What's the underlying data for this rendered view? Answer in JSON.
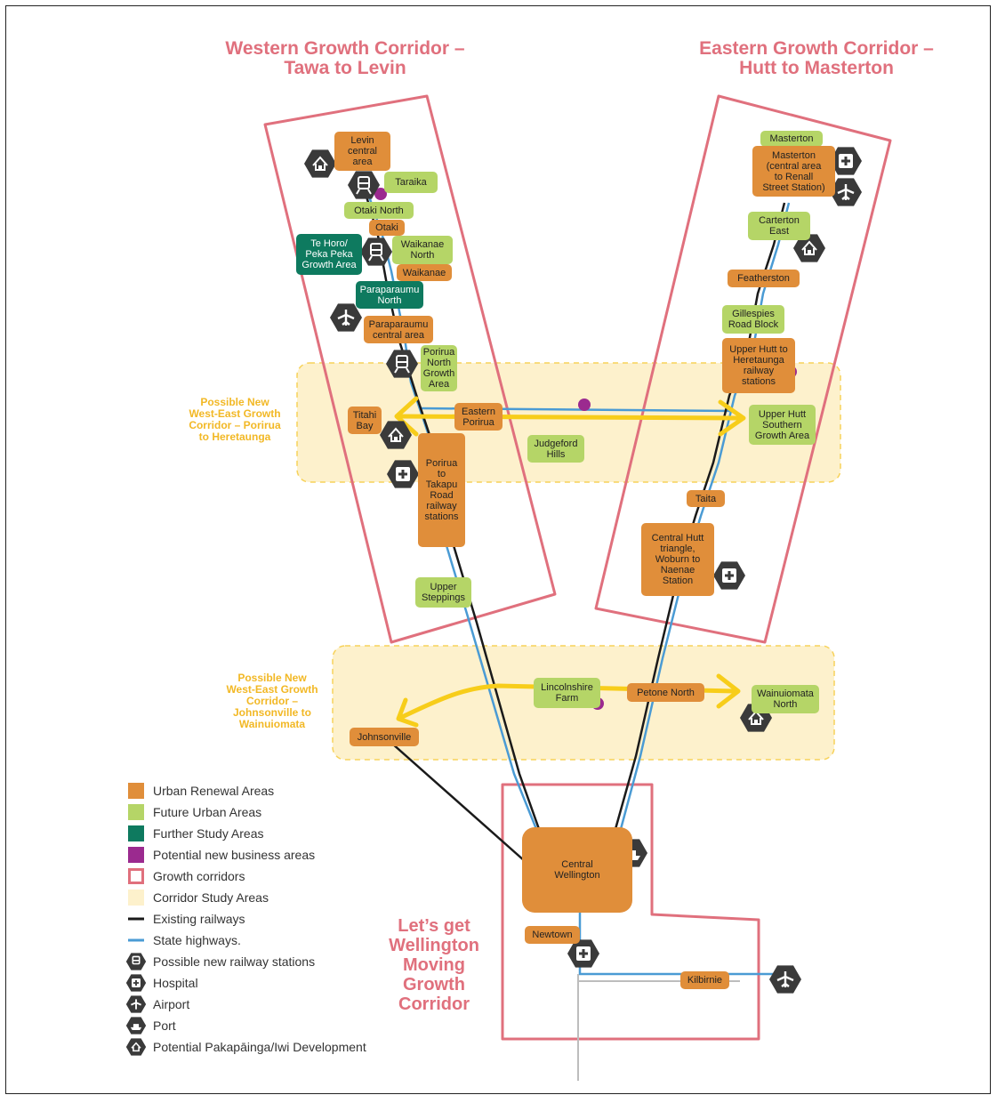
{
  "titles": {
    "west": "Western Growth Corridor –\nTawa to Levin",
    "east": "Eastern Growth Corridor –\nHutt to Masterton",
    "corridor_upper": "Possible New\nWest-East Growth\nCorridor – Porirua\nto Heretaunga",
    "corridor_lower": "Possible New\nWest-East Growth\nCorridor –\nJohnsonville to\nWainuiomata",
    "lgwm": "Let’s get\nWellington\nMoving\nGrowth\nCorridor"
  },
  "colors": {
    "urban": "#E08E3A",
    "future": "#B5D567",
    "further": "#0E7A5F",
    "business": "#9B2A8F",
    "growth_corridor": "#E0707D",
    "corridor_study": "#FDF1CC",
    "railway": "#1a1a1a",
    "highway": "#4A9BD4",
    "arrow": "#F7CD1A",
    "icon": "#3A3A3A"
  },
  "places": {
    "levin": "Levin\ncentral\narea",
    "taraika": "Taraika",
    "otaki_north": "Otaki North",
    "otaki": "Otaki",
    "te_horo": "Te Horo/\nPeka Peka\nGrowth Area",
    "waikanae_north": "Waikanae\nNorth",
    "waikanae": "Waikanae",
    "paraparaumu_north": "Paraparaumu\nNorth",
    "paraparaumu_central": "Paraparaumu\ncentral area",
    "porirua_north": "Porirua\nNorth\nGrowth\nArea",
    "titahi_bay": "Titahi\nBay",
    "eastern_porirua": "Eastern\nPorirua",
    "judgeford": "Judgeford\nHills",
    "porirua_takapu": "Porirua\nto\nTakapu\nRoad\nrailway\nstations",
    "upper_steppings": "Upper\nSteppings",
    "masterton": "Masterton",
    "masterton_central": "Masterton\n(central area\nto Renall\nStreet Station)",
    "carterton": "Carterton\nEast",
    "featherston": "Featherston",
    "gillespies": "Gillespies\nRoad Block",
    "upper_hutt_heretaunga": "Upper Hutt to\nHeretaunga\nrailway\nstations",
    "upper_hutt_southern": "Upper Hutt\nSouthern\nGrowth Area",
    "taita": "Taita",
    "central_hutt": "Central Hutt\ntriangle,\nWoburn to\nNaenae\nStation",
    "lincolnshire": "Lincolnshire\nFarm",
    "petone_north": "Petone North",
    "wainuiomata_north": "Wainuiomata\nNorth",
    "johnsonville": "Johnsonville",
    "central_wellington": "Central\nWellington",
    "newtown": "Newtown",
    "kilbirnie": "Kilbirnie"
  },
  "legend": [
    {
      "label": "Urban Renewal Areas",
      "kind": "fill",
      "color": "#E08E3A",
      "icon": ""
    },
    {
      "label": "Future Urban Areas",
      "kind": "fill",
      "color": "#B5D567",
      "icon": ""
    },
    {
      "label": "Further Study Areas",
      "kind": "fill",
      "color": "#0E7A5F",
      "icon": ""
    },
    {
      "label": "Potential new business areas",
      "kind": "fill",
      "color": "#9B2A8F",
      "icon": ""
    },
    {
      "label": "Growth corridors",
      "kind": "outline",
      "color": "#E0707D",
      "icon": ""
    },
    {
      "label": "Corridor Study Areas",
      "kind": "fill",
      "color": "#FDF1CC",
      "icon": ""
    },
    {
      "label": "Existing railways",
      "kind": "line",
      "color": "#1a1a1a",
      "icon": ""
    },
    {
      "label": "State highways.",
      "kind": "line",
      "color": "#4A9BD4",
      "icon": ""
    },
    {
      "label": "Possible new railway stations",
      "kind": "icon",
      "color": "#3A3A3A",
      "icon": "train-icon"
    },
    {
      "label": "Hospital",
      "kind": "icon",
      "color": "#3A3A3A",
      "icon": "hospital-icon"
    },
    {
      "label": "Airport",
      "kind": "icon",
      "color": "#3A3A3A",
      "icon": "airport-icon"
    },
    {
      "label": "Port",
      "kind": "icon",
      "color": "#3A3A3A",
      "icon": "port-icon"
    },
    {
      "label": "Potential Pakapāinga/Iwi Development",
      "kind": "icon",
      "color": "#3A3A3A",
      "icon": "house-icon"
    }
  ]
}
